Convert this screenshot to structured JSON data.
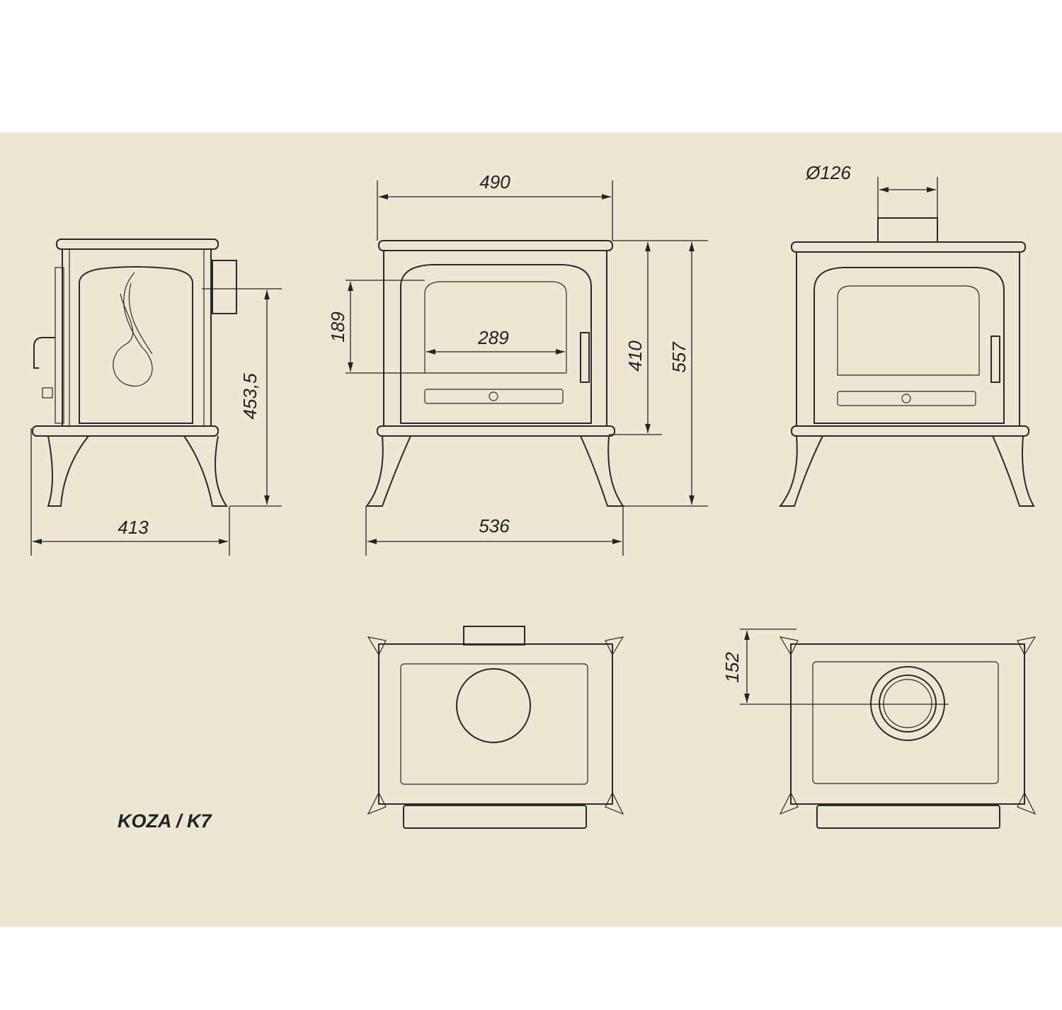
{
  "title": "KOZA / K7",
  "dimensions": {
    "side_depth": "413",
    "side_flue_height": "453,5",
    "front_top_width": "490",
    "front_base_width": "536",
    "glass_height": "189",
    "glass_width": "289",
    "door_height": "410",
    "total_height": "557",
    "flue_diameter": "Ø126",
    "top_flue_offset": "152"
  },
  "colors": {
    "background": "#ece6d3",
    "line": "#2a2a2a"
  }
}
